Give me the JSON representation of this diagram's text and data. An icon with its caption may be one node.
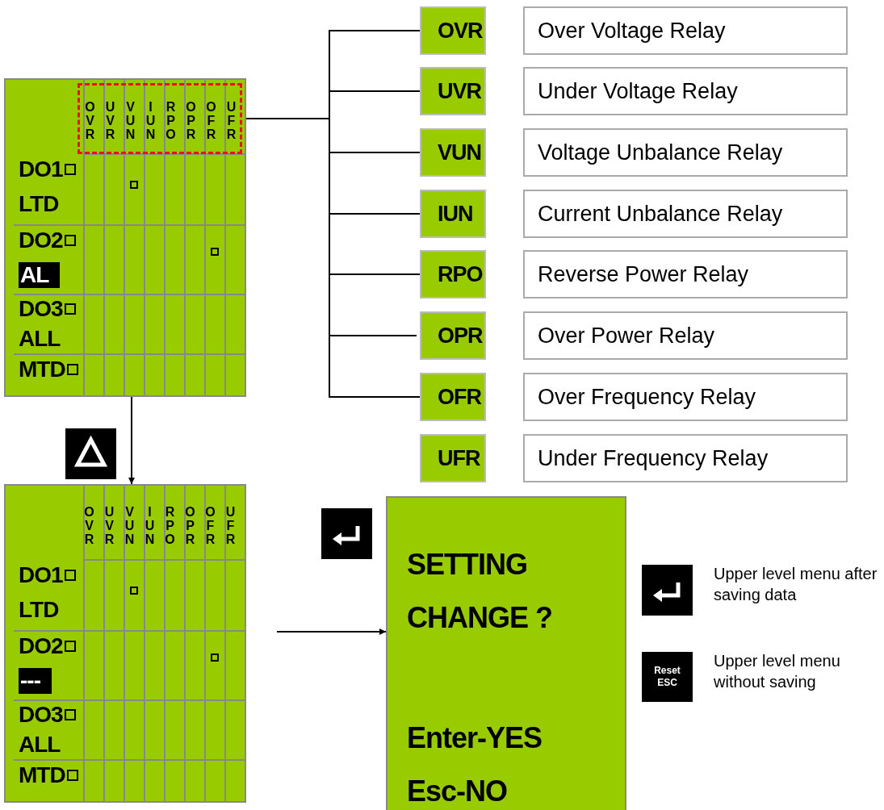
{
  "diagram": {
    "nodes": [
      {
        "text": [
          "DO1",
          "LTD",
          "DO2",
          "AL",
          "DO3",
          "ALL",
          "MTD"
        ]
      },
      {
        "text": [
          "O V R",
          "U V R",
          "V U N",
          "I U N",
          "R P O",
          "O P R",
          "O F R",
          "U F R"
        ],
        "in": 0
      },
      {
        "text": [
          "OVR"
        ]
      },
      {
        "text": [
          "UVR"
        ]
      },
      {
        "text": [
          "VUN"
        ]
      },
      {
        "text": [
          "IUN"
        ]
      },
      {
        "text": [
          "RPO"
        ]
      },
      {
        "text": [
          "OPR"
        ]
      },
      {
        "text": [
          "OFR"
        ]
      },
      {
        "text": [
          "UFR"
        ]
      },
      {
        "text": [
          "Over Voltage Relay"
        ]
      },
      {
        "text": [
          "Under Voltage Relay"
        ]
      },
      {
        "text": [
          "Voltage Unbalance Relay"
        ]
      },
      {
        "text": [
          "Current Unbalance Relay"
        ]
      },
      {
        "text": [
          "Reverse Power Relay"
        ]
      },
      {
        "text": [
          "Over Power Relay"
        ]
      },
      {
        "text": [
          "Over Frequency Relay"
        ]
      },
      {
        "text": [
          "Under Frequency Relay"
        ]
      },
      {
        "text": [
          "O V R",
          "U V R",
          "V U N",
          "I U N",
          "R P O",
          "O P R",
          "O F R",
          "U F R",
          "DO1",
          "LTD",
          "DO2",
          "---",
          "DO3",
          "ALL",
          "MTD"
        ]
      },
      {
        "text": [
          "SETTING CHANGE ?",
          "Enter-YES Esc-NO"
        ]
      }
    ],
    "edges": [
      {
        "from": 1,
        "to": 2,
        "arrow": "none"
      },
      {
        "from": 1,
        "to": 3,
        "arrow": "none"
      },
      {
        "from": 1,
        "to": 4,
        "arrow": "none"
      },
      {
        "from": 1,
        "to": 5,
        "arrow": "none"
      },
      {
        "from": 1,
        "to": 6,
        "arrow": "none"
      },
      {
        "from": 1,
        "to": 7,
        "arrow": "none"
      },
      {
        "from": 1,
        "to": 8,
        "arrow": "none"
      },
      {
        "from": 0,
        "to": 18,
        "arrow": "to"
      },
      {
        "from": null,
        "to": 19,
        "arrow": "to"
      }
    ],
    "labels": [
      "Reset ESC"
    ],
    "legend": [
      {
        "text": "Upper level menu after saving data"
      },
      {
        "text": "Upper level menu without saving"
      }
    ]
  }
}
